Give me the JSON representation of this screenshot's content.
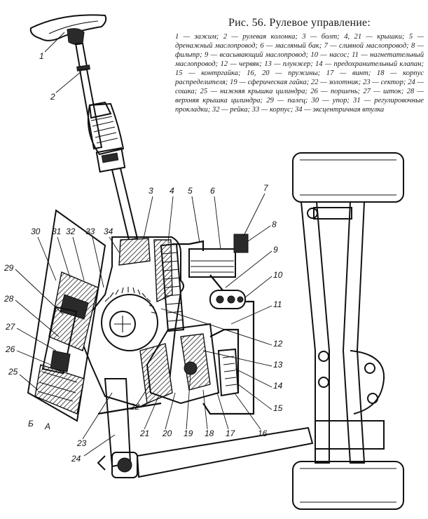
{
  "figure": {
    "title": "Рис. 56. Рулевое управление:",
    "legend": "1 — зажим; 2 — рулевая колонка; 3 — болт; 4, 21 — крышки; 5 — дренажный маслопровод; 6 — масляный бак; 7 — сливной маслопровод; 8 — фильтр; 9 — всасывающий маслопровод; 10 — насос; 11 — нагнетательный маслопровод; 12 — червяк; 13 — плунжер; 14 — предохранительный клапан; 15 — контргайка; 16, 20 — пружины; 17 — винт; 18 — корпус распределителя; 19 — сферическая гайка; 22 — золотник; 23 — сектор; 24 — сошка; 25 — нижняя крышка цилиндра; 26 — поршень; 27 — шток; 28 — верхняя крышка цилиндра; 29 — палец; 30 — упор; 31 — регулировочные прокладки; 32 — рейка; 33 — корпус; 34 — эксцентричная втулка"
  },
  "callouts": [
    "1",
    "2",
    "3",
    "4",
    "5",
    "6",
    "7",
    "8",
    "9",
    "10",
    "11",
    "12",
    "13",
    "14",
    "15",
    "16",
    "17",
    "18",
    "19",
    "20",
    "21",
    "22",
    "23",
    "24",
    "25",
    "26",
    "27",
    "28",
    "29",
    "30",
    "31",
    "32",
    "33",
    "34",
    "Б",
    "А"
  ]
}
